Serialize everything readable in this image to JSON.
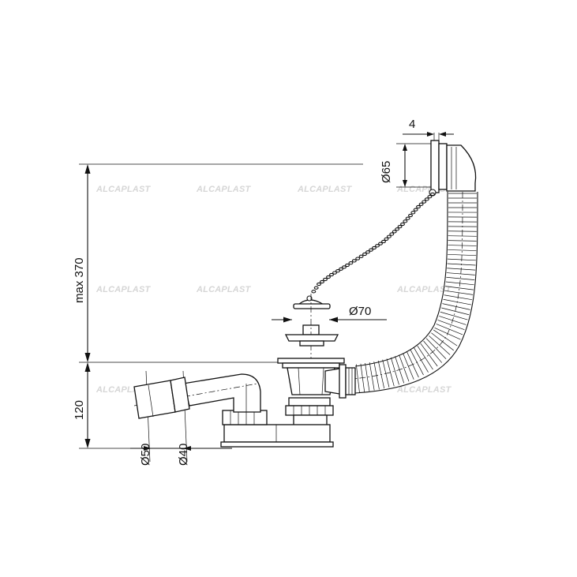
{
  "dimensions": {
    "max_height": "max 370",
    "base_height": "120",
    "overflow_dia": "Ø65",
    "overflow_depth": "4",
    "drain_dia": "Ø70",
    "outlet_50": "Ø50",
    "outlet_40": "Ø40"
  },
  "watermark": "ALCAPLAST",
  "colors": {
    "line": "#111111",
    "watermark": "#d6d6d6",
    "background": "#ffffff"
  }
}
